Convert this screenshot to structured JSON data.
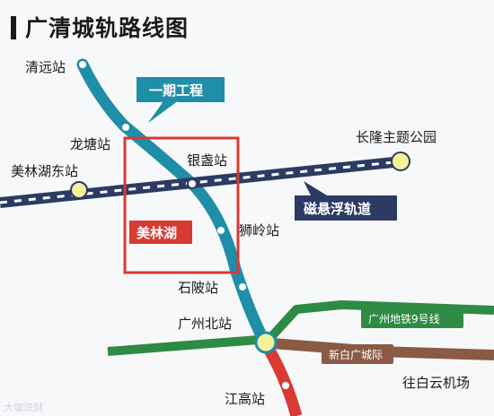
{
  "title": "广清城轨路线图",
  "watermark": "大咖说财",
  "stations": {
    "qingyuan": "清远站",
    "longtang": "龙塘站",
    "meilin_east": "美林湖东站",
    "yinzhan": "银盏站",
    "changlong": "长隆主题公园",
    "shiling": "狮岭站",
    "shiling2": "石陂站",
    "guangzhou_north": "广州北站",
    "jianggao": "江高站",
    "baiyun": "往白云机场"
  },
  "callouts": {
    "phase1": "一期工程",
    "meilinhu": "美林湖",
    "maglev": "磁悬浮轨道",
    "metro9": "广州地铁9号线",
    "xinbai": "新白广城际"
  },
  "colors": {
    "teal_line": "#1f8ea8",
    "red_line": "#d83a34",
    "maglev_line": "#2b3b63",
    "metro9_line": "#2f8a43",
    "xinbai_line": "#8a5a45",
    "callout_teal": "#1f8ea8",
    "callout_red": "#d83a34",
    "callout_navy": "#2b3b63",
    "station_fill": "#f5f199"
  }
}
